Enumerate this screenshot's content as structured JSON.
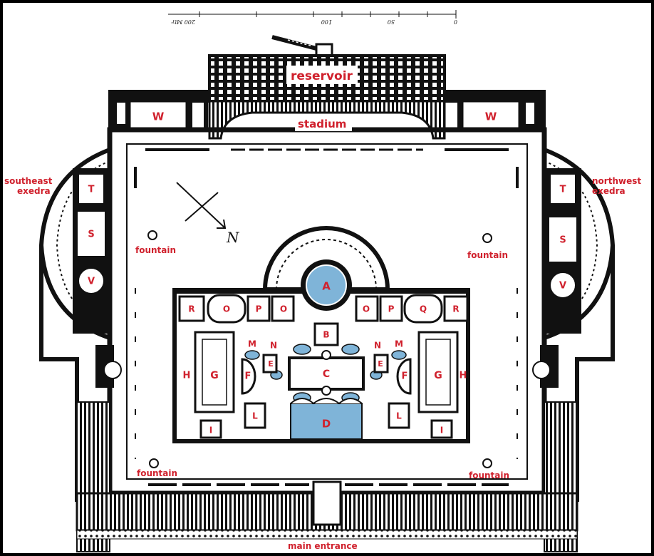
{
  "scale": {
    "ticks": [
      "0",
      "50",
      "100",
      "200 Mtr"
    ]
  },
  "compass": {
    "letter": "N"
  },
  "labels": {
    "reservoir": "reservoir",
    "stadium": "stadium",
    "southeast_exedra_1": "southeast",
    "southeast_exedra_2": "exedra",
    "northwest_exedra_1": "northwest",
    "northwest_exedra_2": "exedra",
    "fountain": "fountain",
    "main_entrance": "main entrance"
  },
  "rooms": {
    "W": "W",
    "T": "T",
    "S": "S",
    "V": "V",
    "A": "A",
    "B": "B",
    "C": "C",
    "D": "D",
    "E": "E",
    "F": "F",
    "G": "G",
    "H": "H",
    "I": "I",
    "L": "L",
    "M": "M",
    "N": "N",
    "O": "O",
    "P": "P",
    "Q": "Q",
    "R": "R"
  },
  "colors": {
    "label": "#d0212d",
    "water": "#7fb4d8",
    "wall": "#111111",
    "background": "#ffffff"
  }
}
